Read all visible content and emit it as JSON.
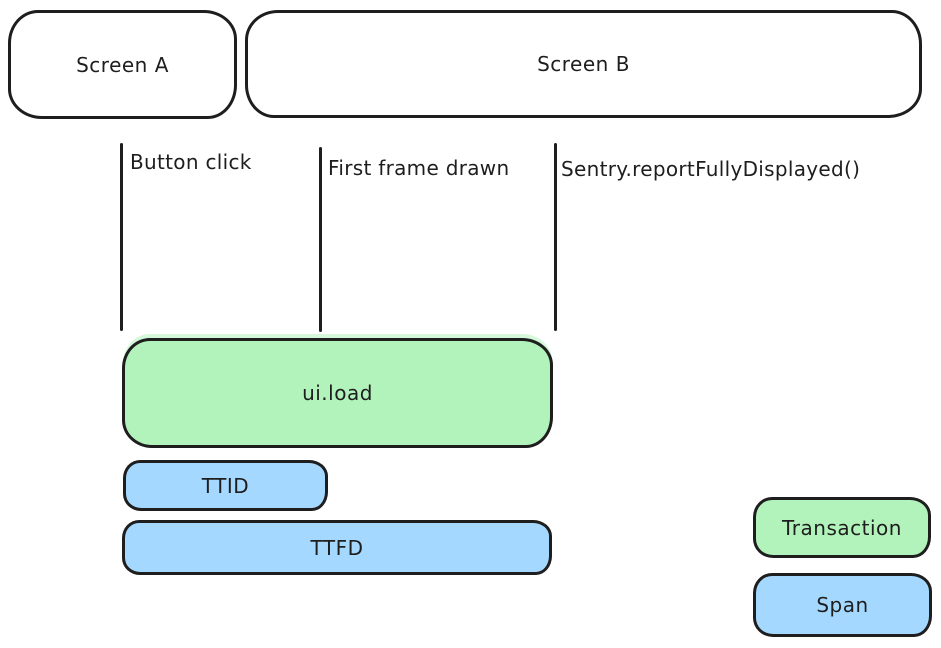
{
  "screens": [
    {
      "label": "Screen A"
    },
    {
      "label": "Screen B"
    }
  ],
  "markers": [
    {
      "label": "Button click"
    },
    {
      "label": "First frame drawn"
    },
    {
      "label": "Sentry.reportFullyDisplayed()"
    }
  ],
  "bars": [
    {
      "label": "ui.load",
      "kind": "transaction"
    },
    {
      "label": "TTID",
      "kind": "span"
    },
    {
      "label": "TTFD",
      "kind": "span"
    }
  ],
  "legend": [
    {
      "label": "Transaction",
      "kind": "transaction"
    },
    {
      "label": "Span",
      "kind": "span"
    }
  ],
  "colors": {
    "transaction_fill": "#b2f2bb",
    "span_fill": "#a5d8ff",
    "stroke": "#1e1e1e",
    "canvas_bg": "#ffffff"
  }
}
